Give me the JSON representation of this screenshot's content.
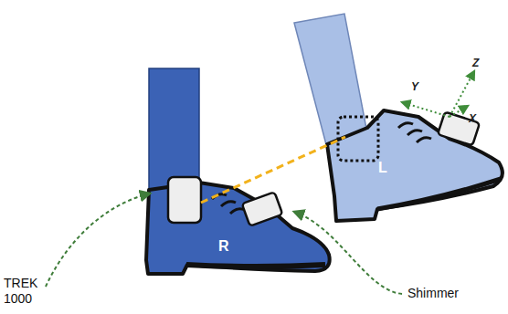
{
  "diagram": {
    "labels": [
      "R",
      "L",
      "X",
      "Y",
      "Z",
      "TREK 1000",
      "Shimmer"
    ]
  }
}
